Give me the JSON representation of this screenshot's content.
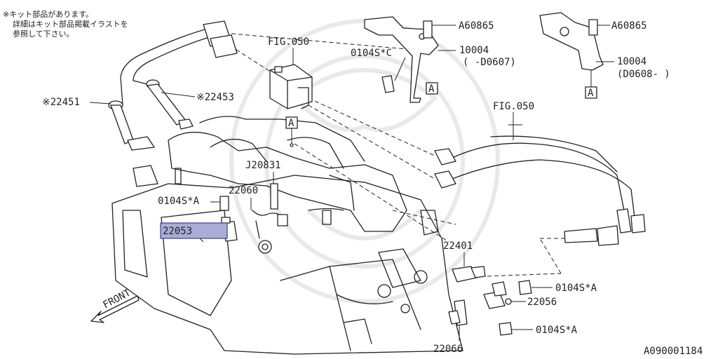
{
  "note_lines": [
    "※キット部品があります。",
    "詳細はキット部品掲載イラストを",
    "参照して下さい。"
  ],
  "labels": {
    "fig050_top": "FIG.050",
    "fig050_right": "FIG.050",
    "a60865_1": "A60865",
    "a60865_2": "A60865",
    "p10004_1": "10004",
    "p10004_1_range": "( -D0607)",
    "p10004_2": "10004",
    "p10004_2_range": "(D0608- )",
    "p0104s_c": "0104S*C",
    "ref_a_1": "A",
    "ref_a_2": "A",
    "ref_a_3": "A",
    "p22451": "※22451",
    "p22453": "※22453",
    "j20831": "J20831",
    "p22060": "22060",
    "p0104s_a_1": "0104S*A",
    "p22053": "22053",
    "p22401": "22401",
    "p0104s_a_2": "0104S*A",
    "p22056": "22056",
    "p0104s_a_3": "0104S*A",
    "p22066": "22066",
    "front": "FRONT",
    "diagram_id": "A090001184"
  },
  "highlight": {
    "part": "22053",
    "fill": "#a9acd6",
    "border": "#3a3f8a"
  }
}
